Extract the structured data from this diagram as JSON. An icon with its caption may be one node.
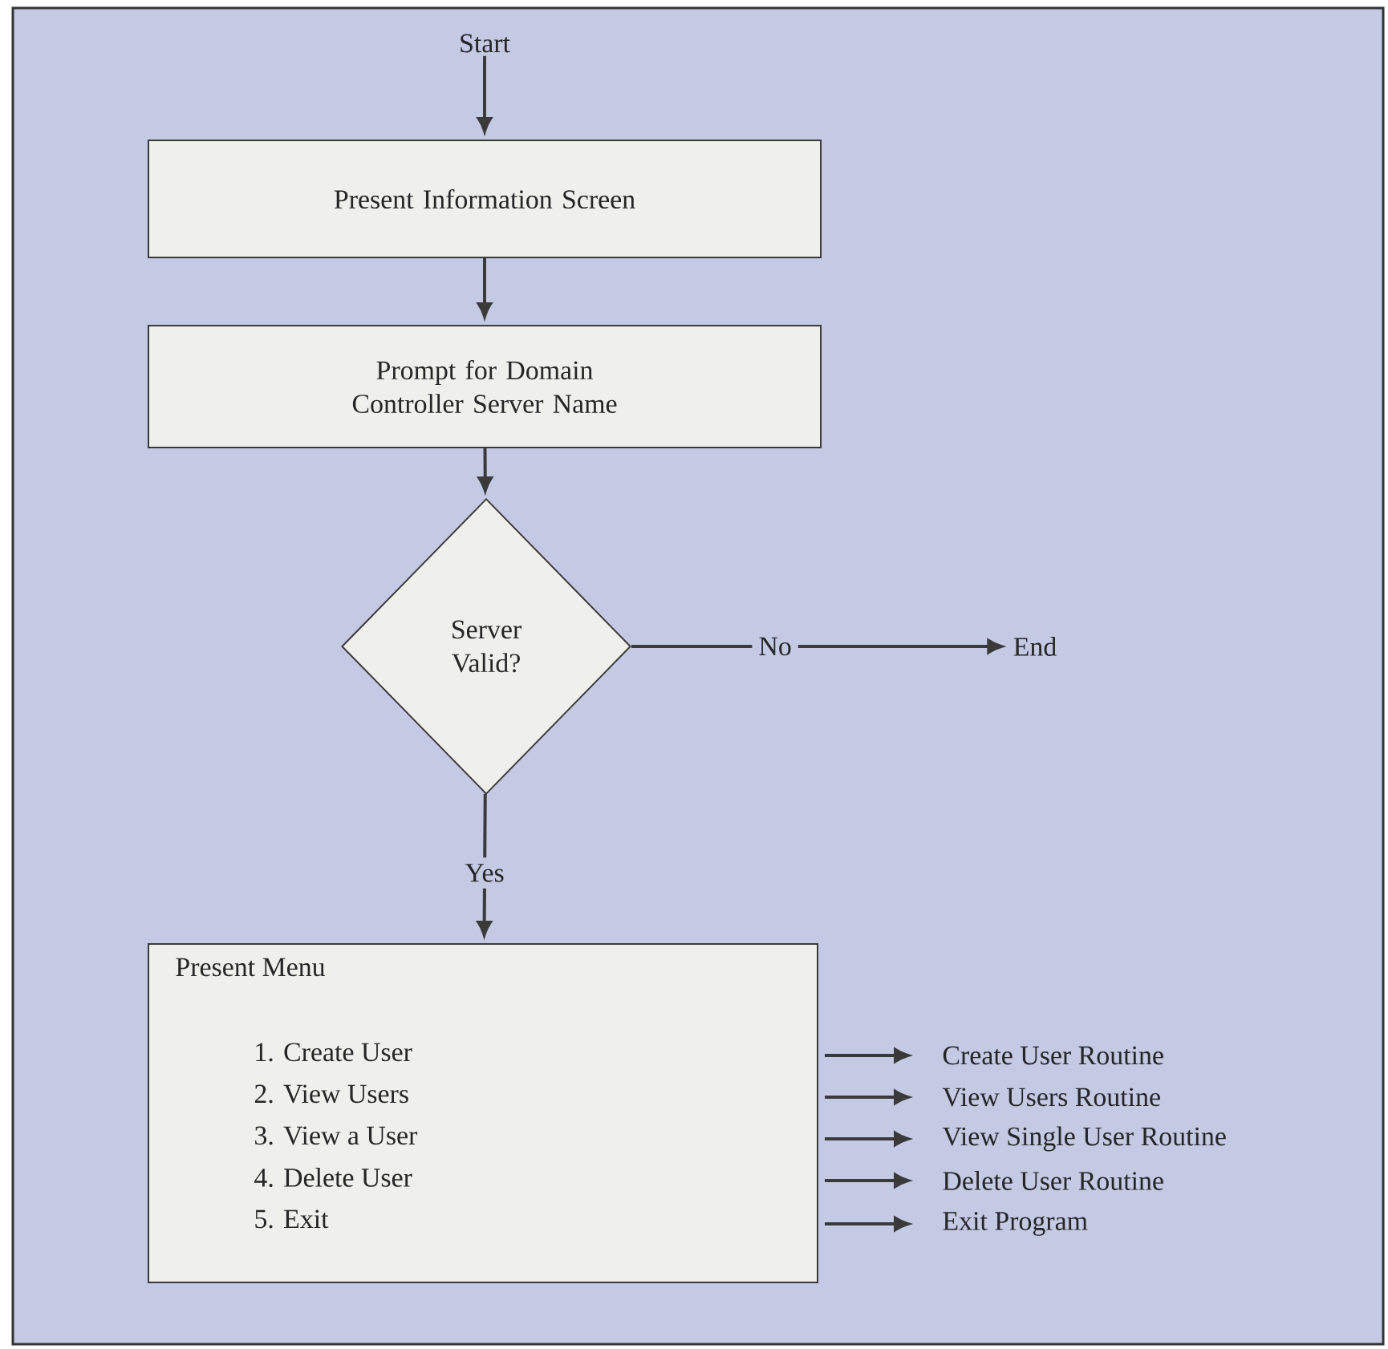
{
  "diagram": {
    "nodes": [
      {
        "text": [
          "Start"
        ]
      },
      {
        "text": [
          "Present Information Screen"
        ]
      },
      {
        "text": [
          "Prompt for Domain Controller Server Name"
        ]
      },
      {
        "text": [
          "Server Valid?"
        ]
      },
      {
        "text": [
          "End"
        ]
      },
      {
        "text": [
          "Present Menu",
          "1. Create User",
          "2. View Users",
          "3. View a User",
          "4. Delete User",
          "5. Exit"
        ]
      },
      {
        "text": [
          "Create User Routine"
        ]
      },
      {
        "text": [
          "View Users Routine"
        ]
      },
      {
        "text": [
          "View Single User Routine"
        ]
      },
      {
        "text": [
          "Delete User Routine"
        ]
      },
      {
        "text": [
          "Exit Program"
        ]
      }
    ],
    "edges": [
      {
        "from": 0,
        "to": 1,
        "arrow": "to"
      },
      {
        "from": 1,
        "to": 2,
        "arrow": "to"
      },
      {
        "from": 2,
        "to": 3,
        "arrow": "to"
      },
      {
        "from": 3,
        "to": 4,
        "arrow": "to",
        "label": "No"
      },
      {
        "from": 3,
        "to": 5,
        "arrow": "to",
        "label": "Yes"
      },
      {
        "from": 5,
        "to": 6,
        "arrow": "to"
      },
      {
        "from": 5,
        "to": 7,
        "arrow": "to"
      },
      {
        "from": 5,
        "to": 8,
        "arrow": "to"
      },
      {
        "from": 5,
        "to": 9,
        "arrow": "to"
      },
      {
        "from": 5,
        "to": 10,
        "arrow": "to"
      }
    ]
  }
}
